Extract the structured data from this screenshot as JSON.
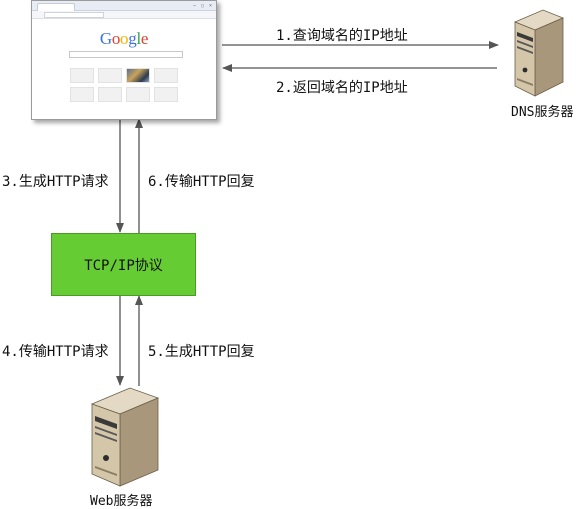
{
  "nodes": {
    "dns_server": {
      "label": "DNS服务器"
    },
    "tcp_ip": {
      "label": "TCP/IP协议"
    },
    "web_server": {
      "label": "Web服务器"
    },
    "browser": {
      "logo_text": "Google"
    }
  },
  "edges": [
    {
      "id": "query",
      "label": "1.查询域名的IP地址"
    },
    {
      "id": "return",
      "label": "2.返回域名的IP地址"
    },
    {
      "id": "gen_req",
      "label": "3.生成HTTP请求"
    },
    {
      "id": "send_req",
      "label": "4.传输HTTP请求"
    },
    {
      "id": "gen_resp",
      "label": "5.生成HTTP回复"
    },
    {
      "id": "send_resp",
      "label": "6.传输HTTP回复"
    }
  ],
  "colors": {
    "tcp_fill": "#66cc33",
    "arrow": "#555555",
    "server_body": "#c9b99a"
  }
}
